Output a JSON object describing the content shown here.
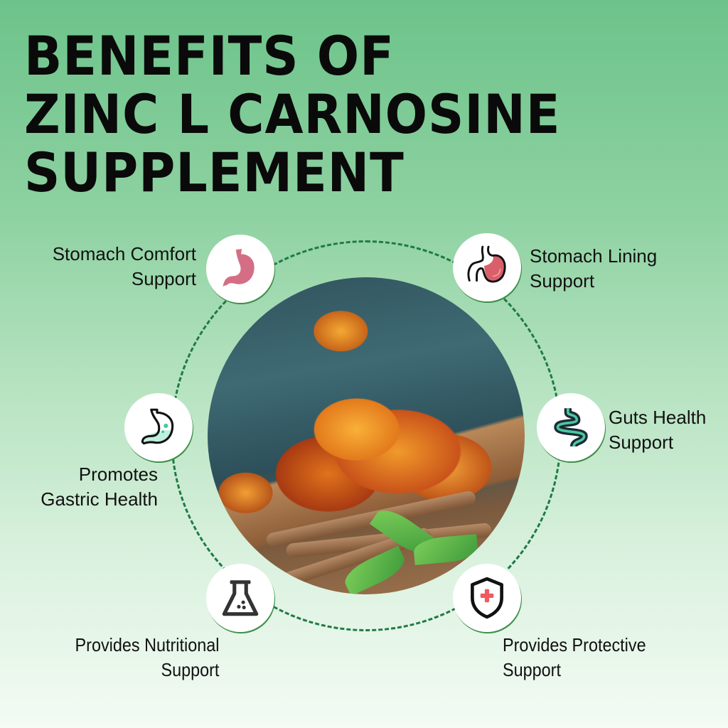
{
  "title": {
    "lines": [
      "BENEFITS OF",
      "ZINC L CARNOSINE",
      "SUPPLEMENT"
    ]
  },
  "colors": {
    "background_top": "#6cc38a",
    "background_bottom": "#f3fbf4",
    "ring": "#1f7a45",
    "stomach_pink": "#d46e85",
    "lining_red": "#d9606a",
    "mint": "#49c99a",
    "shield_cross": "#ef5b60",
    "icon_dark": "#1c2a3a"
  },
  "center_image": {
    "description": "amber gum crystals with licorice root sticks and green leaves on a wooden scoop"
  },
  "benefits": [
    {
      "icon": "stomach-icon",
      "lines": [
        "Stomach Comfort",
        "Support"
      ]
    },
    {
      "icon": "stomach-lining-icon",
      "lines": [
        "Stomach Lining",
        "Support"
      ]
    },
    {
      "icon": "gastric-stomach-icon",
      "lines": [
        "Promotes",
        "Gastric Health"
      ]
    },
    {
      "icon": "intestine-icon",
      "lines": [
        "Guts Health",
        "Support"
      ]
    },
    {
      "icon": "flask-icon",
      "lines": [
        "Provides Nutritional",
        "Support"
      ]
    },
    {
      "icon": "shield-cross-icon",
      "lines": [
        "Provides Protective",
        "Support"
      ]
    }
  ]
}
